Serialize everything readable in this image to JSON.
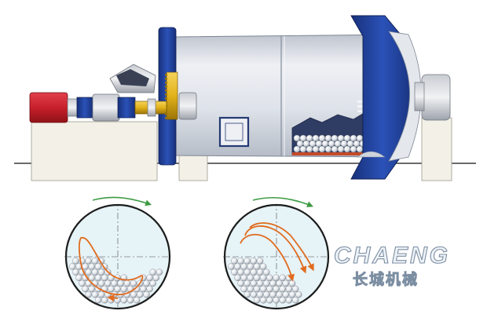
{
  "logo": {
    "latin": "CHAENG",
    "chinese": "长城机械"
  },
  "colors": {
    "shell": "#dfe3ea",
    "flange_blue": "#21419a",
    "motor_red": "#c8202a",
    "gear_gold": "#e2b21a",
    "base": "#f3f1e7",
    "media_arrow": "#e06b1e",
    "rotation_arrow": "#3c9a42",
    "circle_fill": "#e6f3f7"
  },
  "sections": [
    {
      "name": "cascading-motion",
      "path_rows": 1
    },
    {
      "name": "cataracting-motion",
      "path_rows": 3
    }
  ]
}
